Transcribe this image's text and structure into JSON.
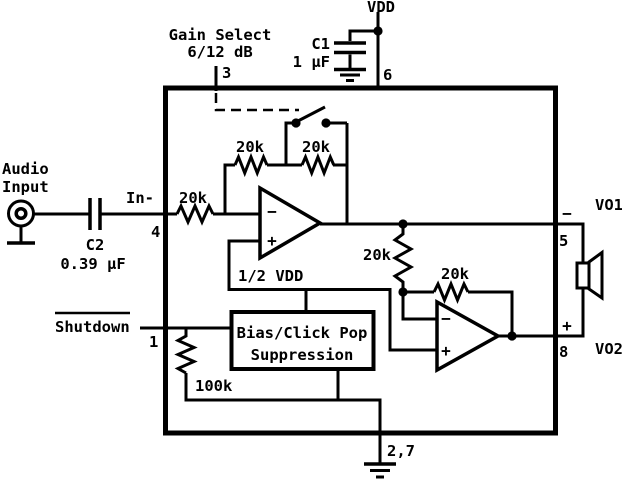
{
  "labels": {
    "audio_input_line1": "Audio",
    "audio_input_line2": "Input",
    "gain_select_line1": "Gain Select",
    "gain_select_line2": "6/12 dB",
    "vdd": "VDD",
    "in_minus": "In-",
    "half_vdd": "1/2 VDD",
    "shutdown": "Shutdown",
    "bias_block_line1": "Bias/Click Pop",
    "bias_block_line2": "Suppression",
    "vo1": "VO1",
    "vo2": "VO2",
    "vo1_polarity": "−",
    "vo2_polarity": "+"
  },
  "components": {
    "c1_name": "C1",
    "c1_value": "1 µF",
    "c2_name": "C2",
    "c2_value": "0.39 µF",
    "r_input": "20k",
    "r_feedback_a": "20k",
    "r_feedback_b": "20k",
    "r_bridge_input": "20k",
    "r_bridge_feedback": "20k",
    "r_shutdown_pulldown": "100k"
  },
  "pins": {
    "gain_select": "3",
    "vdd": "6",
    "in_minus": "4",
    "shutdown": "1",
    "vo1": "5",
    "vo2": "8",
    "gnd": "2,7"
  },
  "opamp": {
    "inverting": "−",
    "noninverting": "+"
  },
  "colors": {
    "ink": "#000000",
    "paper": "#ffffff"
  }
}
